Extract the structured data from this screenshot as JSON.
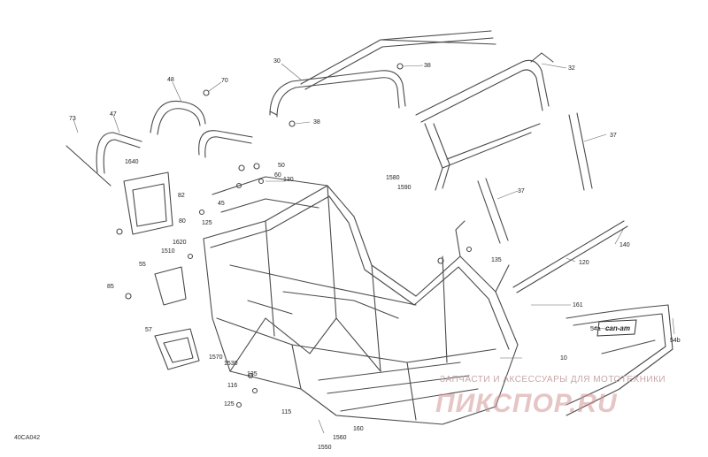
{
  "diagram": {
    "code": "40CA042",
    "labels": [
      "30",
      "38",
      "32",
      "38",
      "48",
      "70",
      "47",
      "73",
      "1640",
      "50",
      "60",
      "37",
      "1580",
      "1590",
      "37",
      "120",
      "140",
      "130",
      "82",
      "45",
      "125",
      "80",
      "1620",
      "1510",
      "55",
      "85",
      "135",
      "161",
      "54a",
      "54b",
      "57",
      "1570",
      "1530",
      "10",
      "116",
      "135",
      "125",
      "115",
      "160",
      "1560",
      "1550"
    ]
  },
  "decal": {
    "brand": "can-am"
  },
  "watermark": {
    "line1": "ЗАПЧАСТИ И АКСЕССУАРЫ ДЛЯ МОТОТЕХНИКИ",
    "logo": "ПИКСПОР.RU"
  },
  "colors": {
    "line": "#4a4a4a",
    "watermark": "#c98f8f"
  }
}
